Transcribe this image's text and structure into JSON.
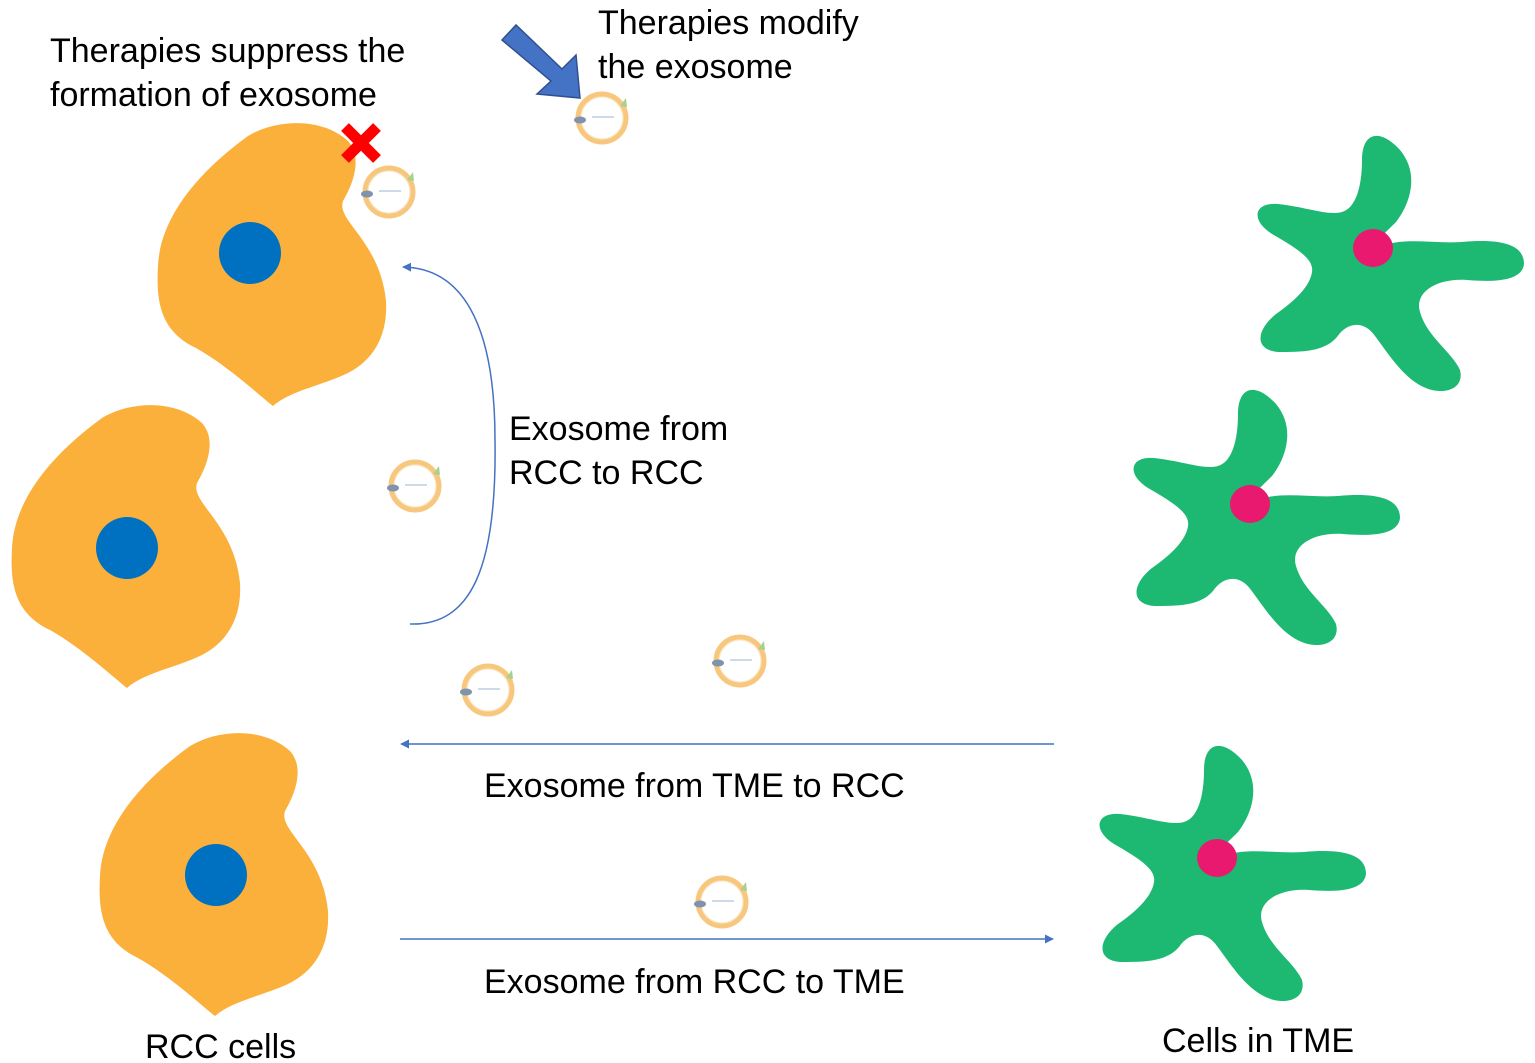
{
  "labels": {
    "suppress_line1": "Therapies suppress the",
    "suppress_line2": "formation of exosome",
    "modify_line1": "Therapies modify",
    "modify_line2": "the exosome",
    "rcc_rcc_line1": "Exosome from",
    "rcc_rcc_line2": "RCC to RCC",
    "tme_to_rcc": "Exosome from TME to RCC",
    "rcc_to_tme": "Exosome from RCC to TME",
    "rcc_cells": "RCC cells",
    "tme_cells": "Cells in TME"
  },
  "colors": {
    "rcc_cell": "#FBB03B",
    "rcc_nucleus": "#0070C0",
    "tme_cell": "#1DB973",
    "tme_nucleus": "#E8196E",
    "arrow_line": "#4472C4",
    "therapy_arrow": "#4472C4",
    "block_mark": "#FF0000",
    "exosome_ring": "#F7C77E"
  },
  "icons": {
    "block": "red-cross-icon",
    "therapy": "blue-arrow-icon",
    "exosome": "exosome-vesicle-icon"
  }
}
